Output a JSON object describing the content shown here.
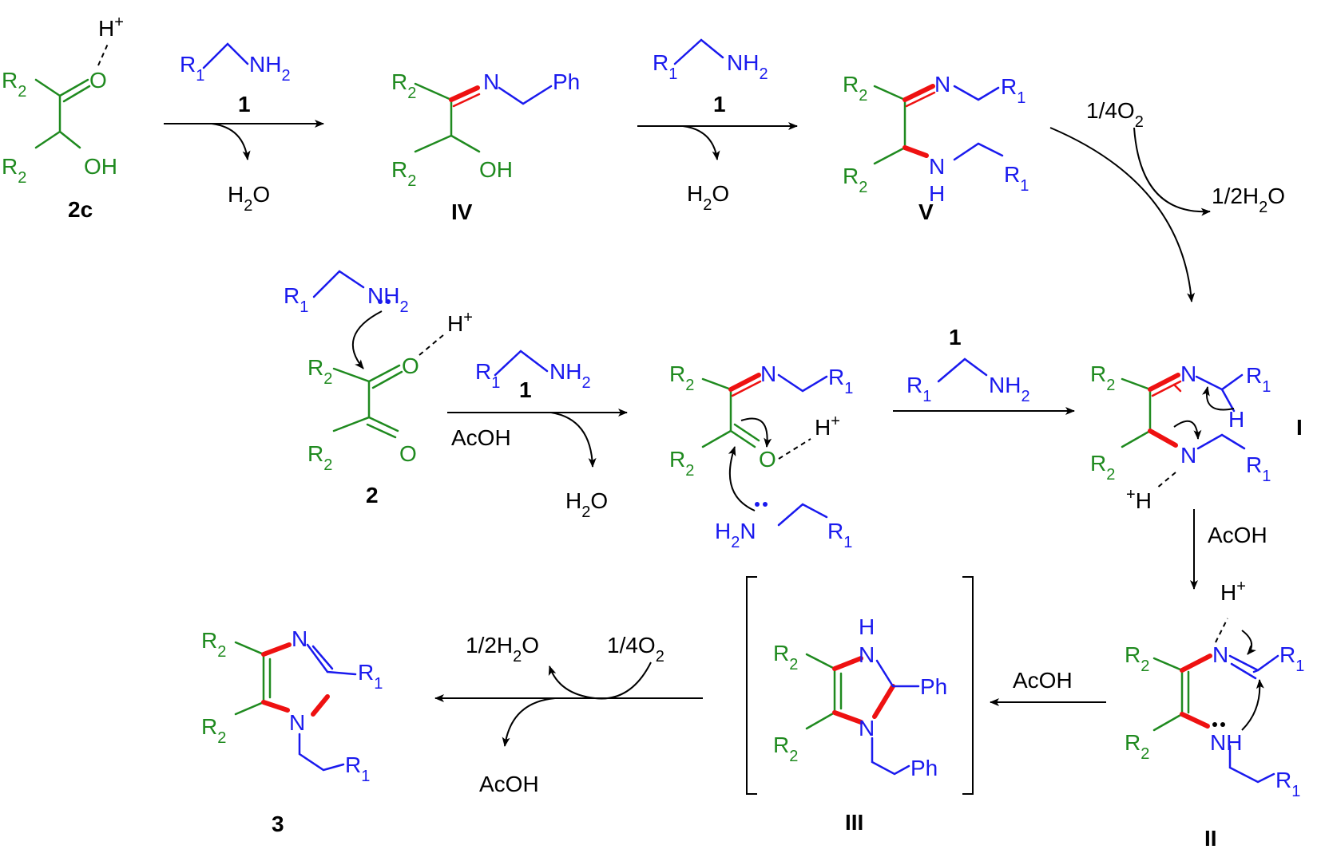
{
  "labels": {
    "r1": "R",
    "r1_sub": "1",
    "r2": "R",
    "r2_sub": "2",
    "nh2": "NH",
    "n": "N",
    "nh": "NH",
    "h": "H",
    "o": "O",
    "oh": "OH",
    "ph": "Ph",
    "hplus": "H",
    "plus": "+"
  },
  "compounds": {
    "c2c": "2c",
    "c2": "2",
    "c1": "1",
    "civ": "IV",
    "cv": "V",
    "ci": "I",
    "cii": "II",
    "ciii": "III",
    "c3": "3"
  },
  "reagents": {
    "h2o": "H",
    "h2o_sub": "2",
    "h2o_tail": "O",
    "acoh": "AcOH",
    "half_h2o": "1/2H",
    "quarter_o2": "1/4O",
    "o2_sub": "2"
  }
}
